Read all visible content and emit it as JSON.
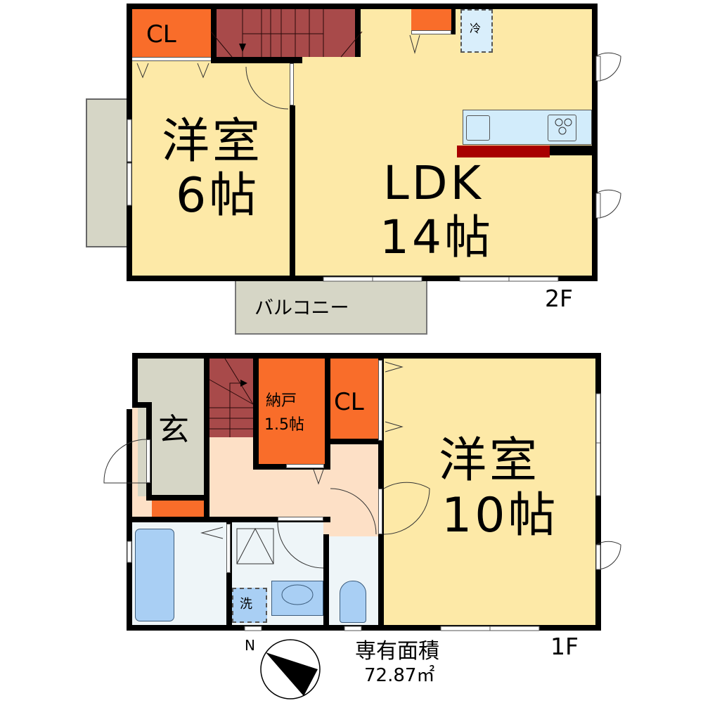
{
  "floors": {
    "second": {
      "floor_label": "2F",
      "rooms": [
        {
          "name": "洋室",
          "size": "6帖"
        },
        {
          "name": "LDK",
          "size": "14帖"
        },
        {
          "name": "CL"
        },
        {
          "name": "バルコニー"
        }
      ],
      "fixtures": {
        "fridge": "冷"
      }
    },
    "first": {
      "floor_label": "1F",
      "rooms": [
        {
          "name": "洋室",
          "size": "10帖"
        },
        {
          "name": "玄"
        },
        {
          "name": "納戸",
          "size": "1.5帖"
        },
        {
          "name": "CL"
        }
      ],
      "fixtures": {
        "washer": "洗"
      }
    }
  },
  "footer": {
    "area_label": "専有面積",
    "area_value": "72.87㎡",
    "compass_label": "N"
  },
  "colors": {
    "room": "#fde9a7",
    "hall": "#fde0c6",
    "closet": "#f96d2a",
    "stairs": "#a84a4a",
    "balcony": "#d6d6c6",
    "wet_area": "#eef5f8",
    "fixture_blue": "#a9cff4",
    "kitchen_counter": "#a80000"
  }
}
